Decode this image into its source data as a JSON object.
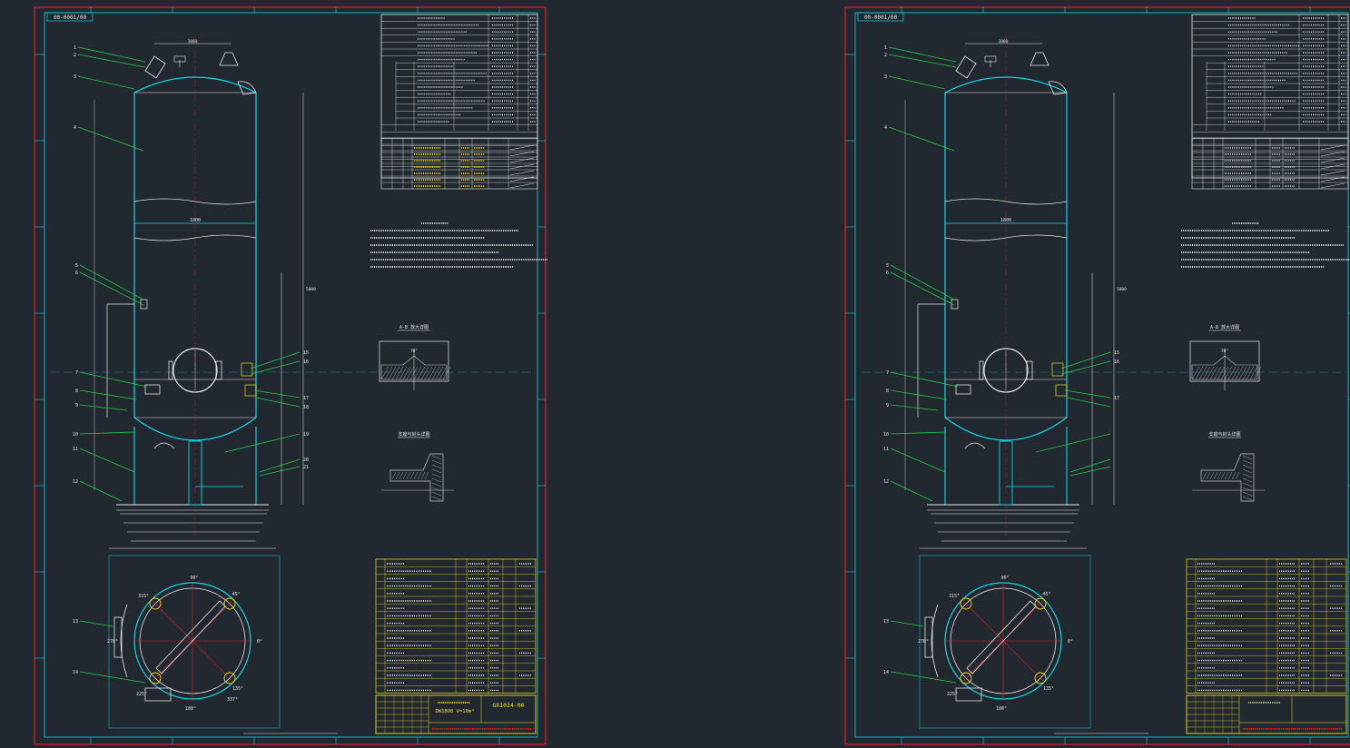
{
  "colors": {
    "background": "#212830",
    "frame": "#e0202a",
    "geometry": "#10d8e8",
    "outline": "#e8e8e8",
    "leader": "#20d040",
    "table_grid": "#e8e8e8",
    "table_yellow": "#f0e020",
    "hatch": "#c8c8c8",
    "dim_red": "#e02020"
  },
  "sheets": [
    {
      "id": "left",
      "drawing_code": "00-0001/00",
      "title_block": {
        "spec": "DN1800 V=10m³",
        "drawing_number": "GX1024-00"
      },
      "view_labels": [
        "A-B 放大详图",
        "支座与封头详图"
      ],
      "angle_labels": [
        "90°",
        "45°",
        "0°",
        "135°",
        "180°",
        "225°",
        "270°",
        "315°",
        "337°"
      ],
      "part_numbers": [
        "1",
        "2",
        "3",
        "4",
        "5",
        "6",
        "7",
        "8",
        "9",
        "10",
        "11",
        "12",
        "13",
        "14",
        "15",
        "16",
        "17",
        "18",
        "19",
        "20",
        "21"
      ]
    },
    {
      "id": "right",
      "drawing_code": "00-0001/00",
      "title_block": {
        "spec": "",
        "drawing_number": ""
      },
      "view_labels": [
        "A-B 放大详图",
        "支座与封头详图"
      ],
      "angle_labels": [
        "90°",
        "45°",
        "0°",
        "135°",
        "180°",
        "225°",
        "270°",
        "315°"
      ],
      "part_numbers": [
        "1",
        "2",
        "3",
        "4",
        "5",
        "6",
        "7",
        "8",
        "9",
        "10",
        "11",
        "12",
        "13",
        "14",
        "15",
        "16",
        "17"
      ]
    }
  ]
}
